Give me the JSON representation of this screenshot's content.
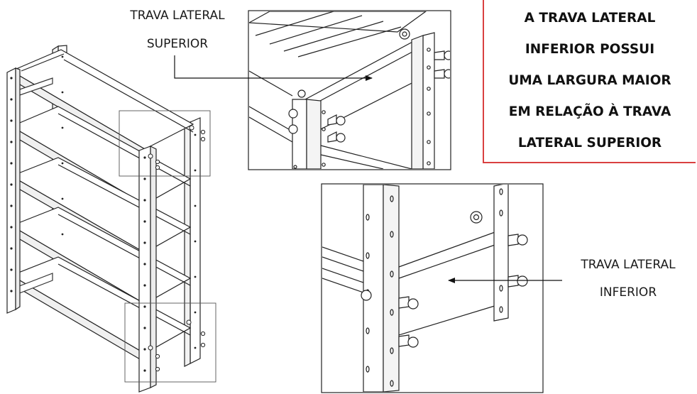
{
  "labels": {
    "upper_line1": "TRAVA LATERAL",
    "upper_line2": "SUPERIOR",
    "lower_line1": "TRAVA LATERAL",
    "lower_line2": "INFERIOR"
  },
  "note": {
    "lines": [
      "A TRAVA LATERAL",
      "INFERIOR POSSUI",
      "UMA LARGURA MAIOR",
      "EM RELAÇÃO À TRAVA",
      "LATERAL SUPERIOR"
    ],
    "border_color": "#d94040"
  }
}
